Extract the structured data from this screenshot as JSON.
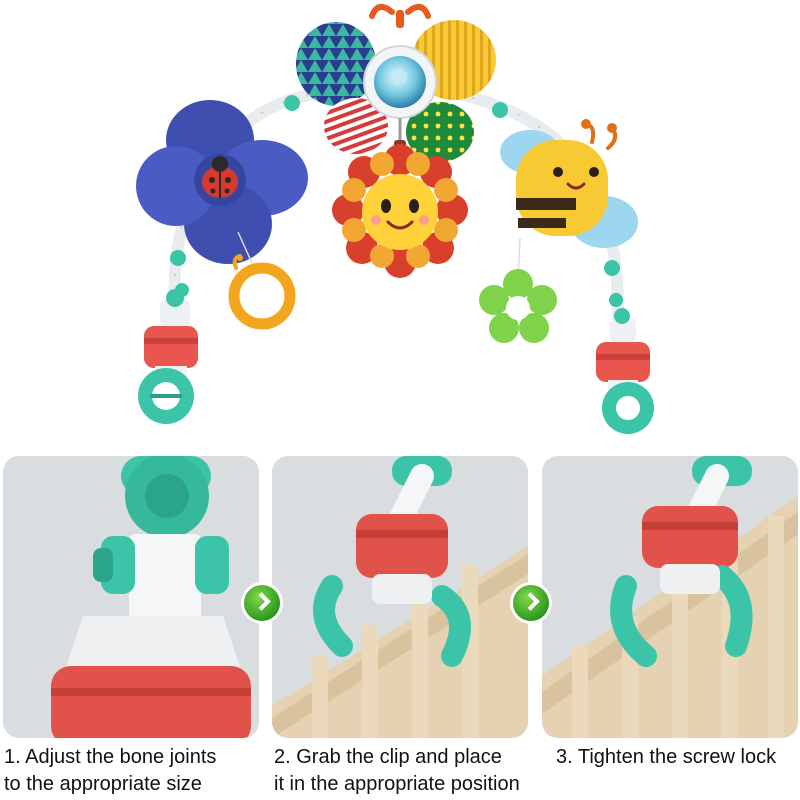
{
  "product_image": {
    "subject": "baby stroller activity arch toy",
    "icons": [
      "ladybug-icon",
      "sun-flower-icon",
      "bee-icon",
      "snail-ring-icon",
      "flower-teether-icon",
      "mirror-icon"
    ]
  },
  "steps": [
    {
      "caption": "1. Adjust the bone joints\nto the appropriate size"
    },
    {
      "caption": "2. Grab the clip and place\nit in the appropriate position"
    },
    {
      "caption": "3. Tighten the screw lock"
    }
  ],
  "step_arrows": [
    {
      "icon": "chevron-right-icon"
    },
    {
      "icon": "chevron-right-icon"
    }
  ],
  "colors": {
    "teal": "#3cc4a8",
    "coral": "#e8564e",
    "navy_petal": "#3f4fb0",
    "yellow": "#f7c932",
    "panel_bg": "#d9dcdf",
    "arrow_green": "#3aa820"
  }
}
